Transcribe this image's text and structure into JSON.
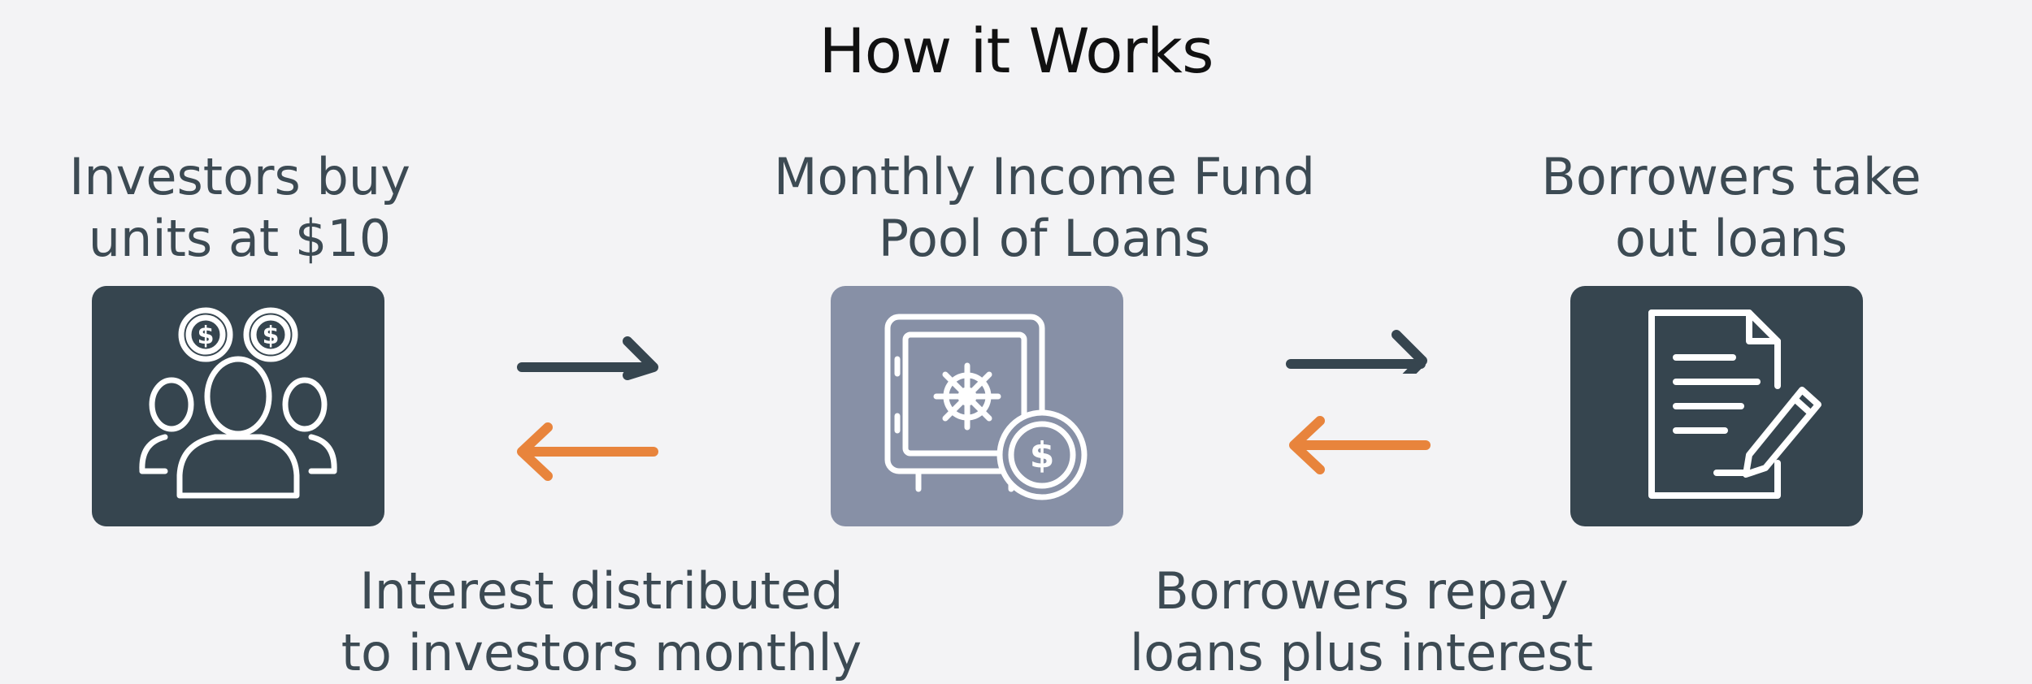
{
  "title": "How it Works",
  "steps": [
    {
      "label": "Investors buy\nunits at $10",
      "icon": "investors-coins-icon"
    },
    {
      "label": "Monthly Income Fund\nPool of Loans",
      "icon": "vault-coin-icon"
    },
    {
      "label": "Borrowers take\nout loans",
      "icon": "contract-pen-icon"
    }
  ],
  "flows": [
    {
      "label": "Interest distributed\nto investors monthly"
    },
    {
      "label": "Borrowers repay\nloans plus interest"
    }
  ],
  "colors": {
    "background": "#f3f3f5",
    "tile_dark": "#36454f",
    "tile_mid": "#8790a6",
    "arrow_dark": "#36454f",
    "arrow_orange": "#e8843c"
  }
}
